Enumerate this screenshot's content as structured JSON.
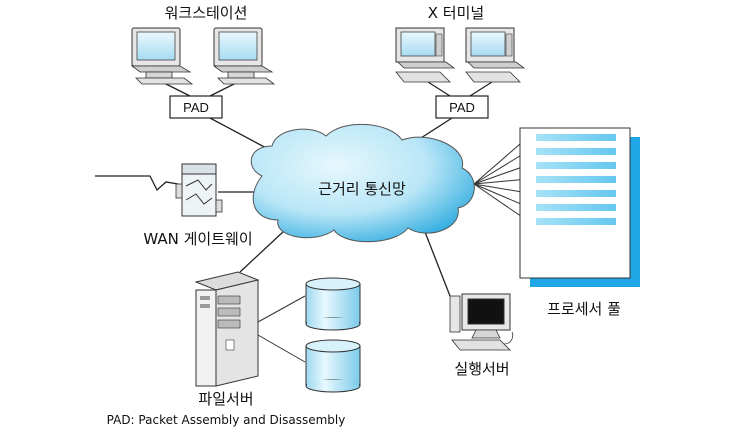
{
  "labels": {
    "workstation": "워크스테이션",
    "x_terminal": "X 터미널",
    "pad_left": "PAD",
    "pad_right": "PAD",
    "lan": "근거리 통신망",
    "wan_gateway": "WAN 게이트웨이",
    "processor_pool": "프로세서 풀",
    "file_server": "파일서버",
    "exec_server": "실행서버",
    "footnote": "PAD: Packet Assembly and Disassembly"
  },
  "colors": {
    "cloud_light": "#dff3fb",
    "cloud_mid": "#8fd6f2",
    "cloud_dark": "#1fa8e0",
    "pool_shadow": "#1ea6e6",
    "pool_bar": "#7ed3f3",
    "disk_light": "#dff5fd",
    "disk_mid": "#8ad7f5"
  }
}
